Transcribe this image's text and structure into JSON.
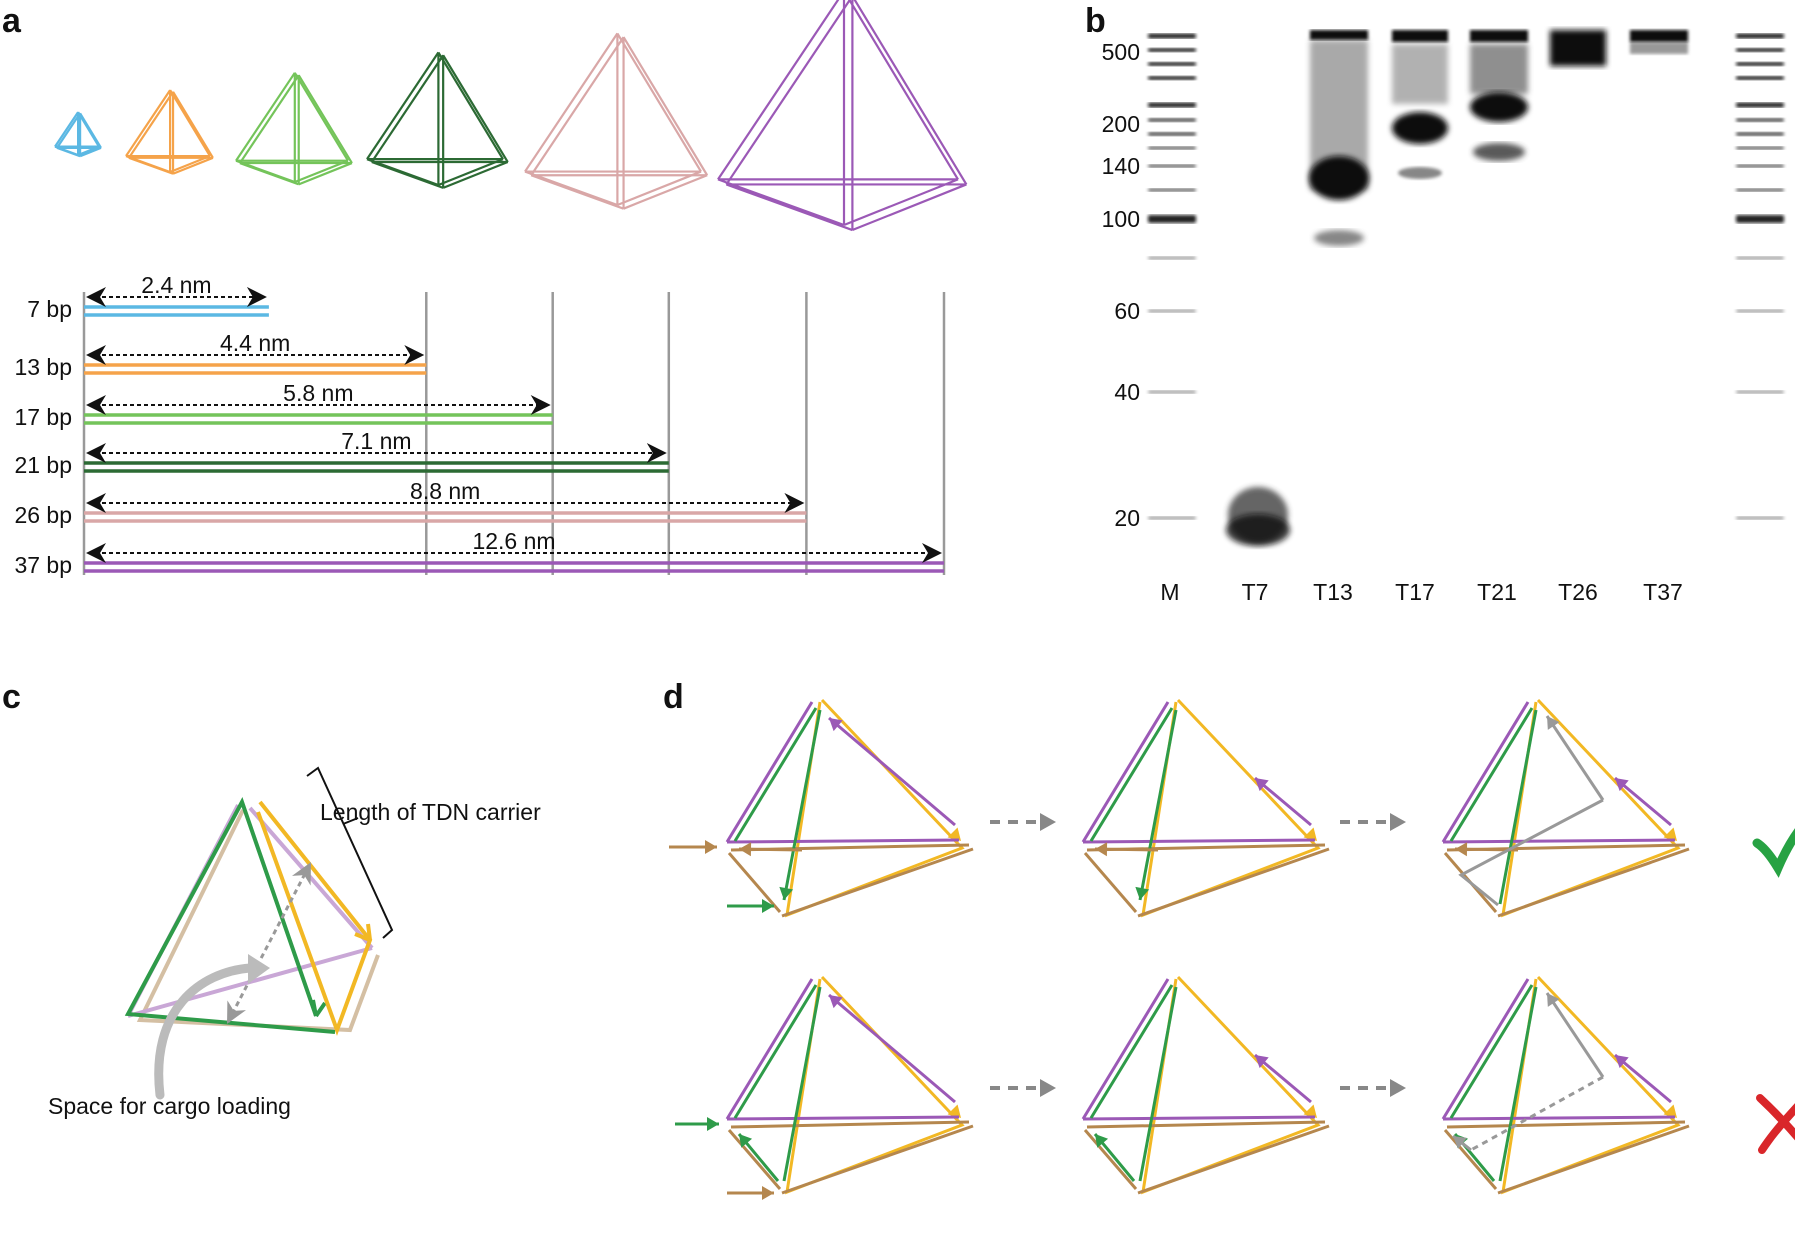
{
  "panels": {
    "a": "a",
    "b": "b",
    "c": "c",
    "d": "d"
  },
  "colors": {
    "t7": "#5bb8e3",
    "t13": "#f5a34a",
    "t17": "#74c45a",
    "t21": "#2c6a34",
    "t26": "#d9a7a7",
    "t37": "#9b59b6",
    "green": "#2e9b49",
    "purple": "#9b59b6",
    "yellow": "#f2b824",
    "brown": "#b5874e",
    "gray": "#999999",
    "check": "#27a243",
    "cross": "#d9262a"
  },
  "panel_a": {
    "rows": [
      {
        "bp": "7 bp",
        "length": "2.4 nm",
        "color": "#5bb8e3",
        "frac": 0.215
      },
      {
        "bp": "13 bp",
        "length": "4.4 nm",
        "color": "#f5a34a",
        "frac": 0.398
      },
      {
        "bp": "17 bp",
        "length": "5.8 nm",
        "color": "#74c45a",
        "frac": 0.545
      },
      {
        "bp": "21 bp",
        "length": "7.1 nm",
        "color": "#2c6a34",
        "frac": 0.68
      },
      {
        "bp": "26 bp",
        "length": "8.8 nm",
        "color": "#d9a7a7",
        "frac": 0.84
      },
      {
        "bp": "37 bp",
        "length": "12.6 nm",
        "color": "#9b59b6",
        "frac": 1.0
      }
    ]
  },
  "panel_b": {
    "markers": [
      "500",
      "200",
      "140",
      "100",
      "60",
      "40",
      "20"
    ],
    "lanes": [
      "M",
      "T7",
      "T13",
      "T17",
      "T21",
      "T26",
      "T37"
    ]
  },
  "panel_c": {
    "length_label": "Length of TDN carrier",
    "space_label": "Space for cargo loading"
  },
  "panel_d": {
    "success_icon": "check-mark-icon",
    "fail_icon": "cross-mark-icon"
  }
}
